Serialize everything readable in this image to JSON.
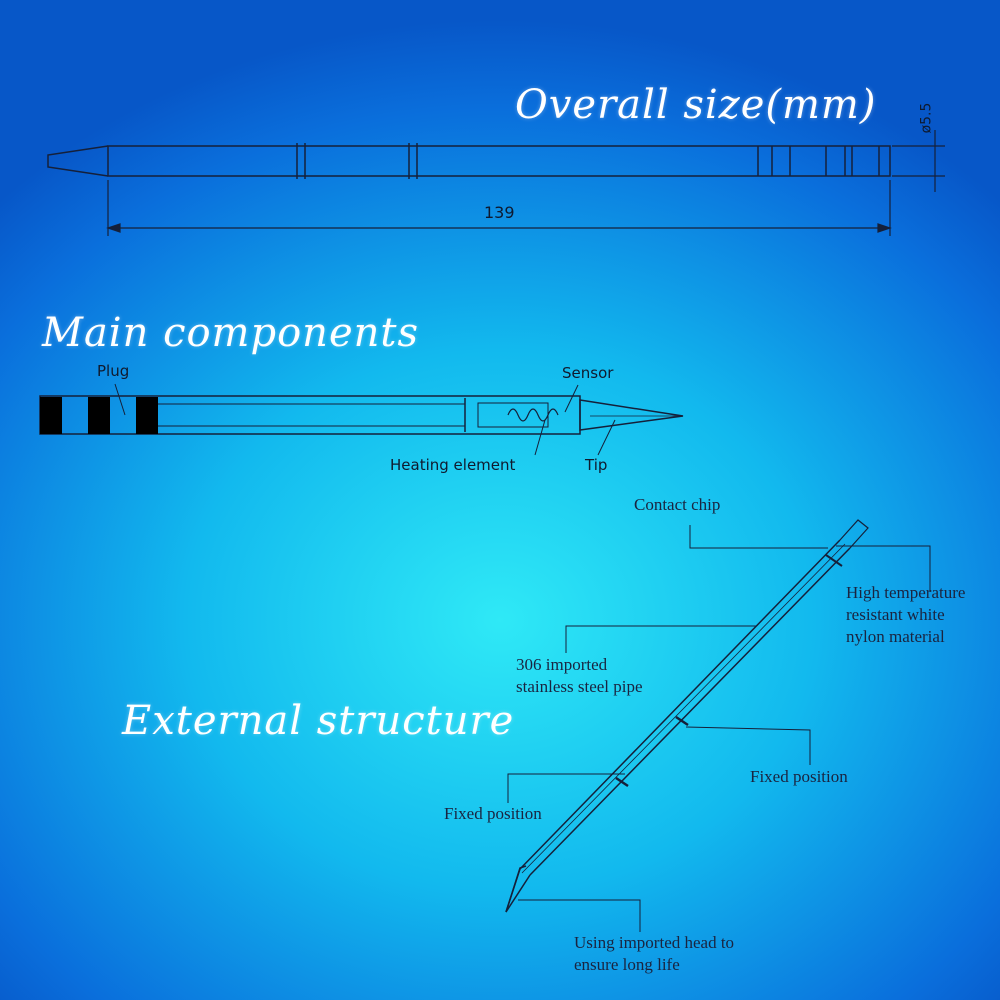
{
  "sections": {
    "overall_title": "Overall size(mm)",
    "main_title": "Main components",
    "external_title": "External structure"
  },
  "dimensions": {
    "length": "139",
    "diameter": "ø5.5"
  },
  "components": {
    "plug": "Plug",
    "sensor": "Sensor",
    "heating_element": "Heating element",
    "tip": "Tip"
  },
  "structure": {
    "contact_chip": "Contact chip",
    "nylon": [
      "High temperature",
      "resistant white",
      "nylon material"
    ],
    "steel_pipe": [
      "306 imported",
      "stainless steel pipe"
    ],
    "fixed_position_right": "Fixed position",
    "fixed_position_left": "Fixed position",
    "head": [
      "Using imported head to",
      "ensure long life"
    ]
  },
  "colors": {
    "line": "#15203a",
    "plug_band": "#000000"
  }
}
